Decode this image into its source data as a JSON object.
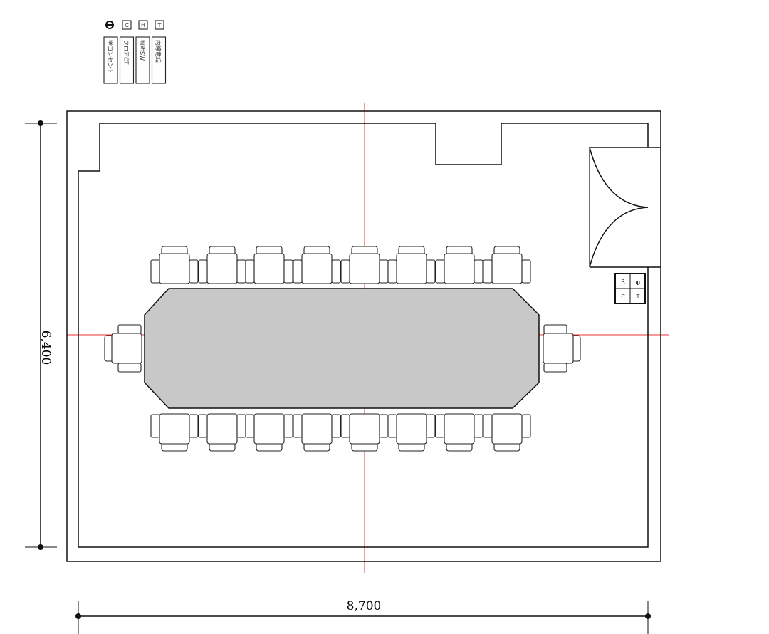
{
  "legend": {
    "items": [
      {
        "icon": "outlet-symbol",
        "label": "壁コンセント"
      },
      {
        "icon": "C",
        "label": "フロアCT"
      },
      {
        "icon": "H",
        "label": "照明SW"
      },
      {
        "icon": "T",
        "label": "内線電話"
      }
    ]
  },
  "outlet_box": {
    "cells": [
      "R",
      "◐",
      "C",
      "T"
    ]
  },
  "dimensions": {
    "width": "8,700",
    "height": "6,400"
  },
  "chairs": {
    "top_row": 8,
    "bottom_row": 8,
    "ends": 2
  },
  "colors": {
    "table": "#c8c8c8",
    "axis": "#e33333"
  }
}
